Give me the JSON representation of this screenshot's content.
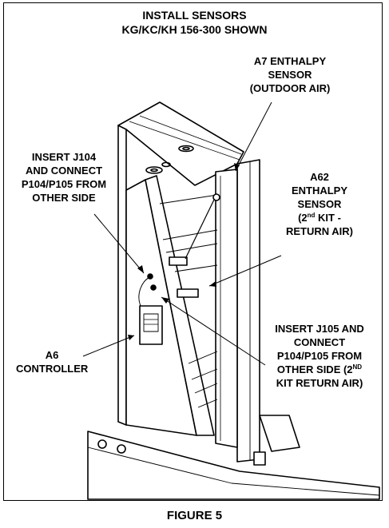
{
  "title": {
    "line1": "INSTALL SENSORS",
    "line2": "KG/KC/KH 156-300 SHOWN"
  },
  "labels": {
    "a7": {
      "line1": "A7 ENTHALPY",
      "line2": "SENSOR",
      "line3": "(OUTDOOR AIR)"
    },
    "j104": {
      "line1": "INSERT J104",
      "line2": "AND CONNECT",
      "line3": "P104/P105 FROM",
      "line4": "OTHER SIDE"
    },
    "a62": {
      "line1": "A62",
      "line2": "ENTHALPY",
      "line3": "SENSOR",
      "line4_pre": "(2",
      "line4_sup": "nd",
      "line4_post": " KIT -",
      "line5": "RETURN AIR)"
    },
    "a6": {
      "line1": "A6",
      "line2": "CONTROLLER"
    },
    "j105": {
      "line1": "INSERT J105 AND",
      "line2": "CONNECT",
      "line3": "P104/P105 FROM",
      "line4_pre": "OTHER SIDE (2",
      "line4_sup": "ND",
      "line5": "KIT RETURN AIR)"
    }
  },
  "caption": "FIGURE 5"
}
